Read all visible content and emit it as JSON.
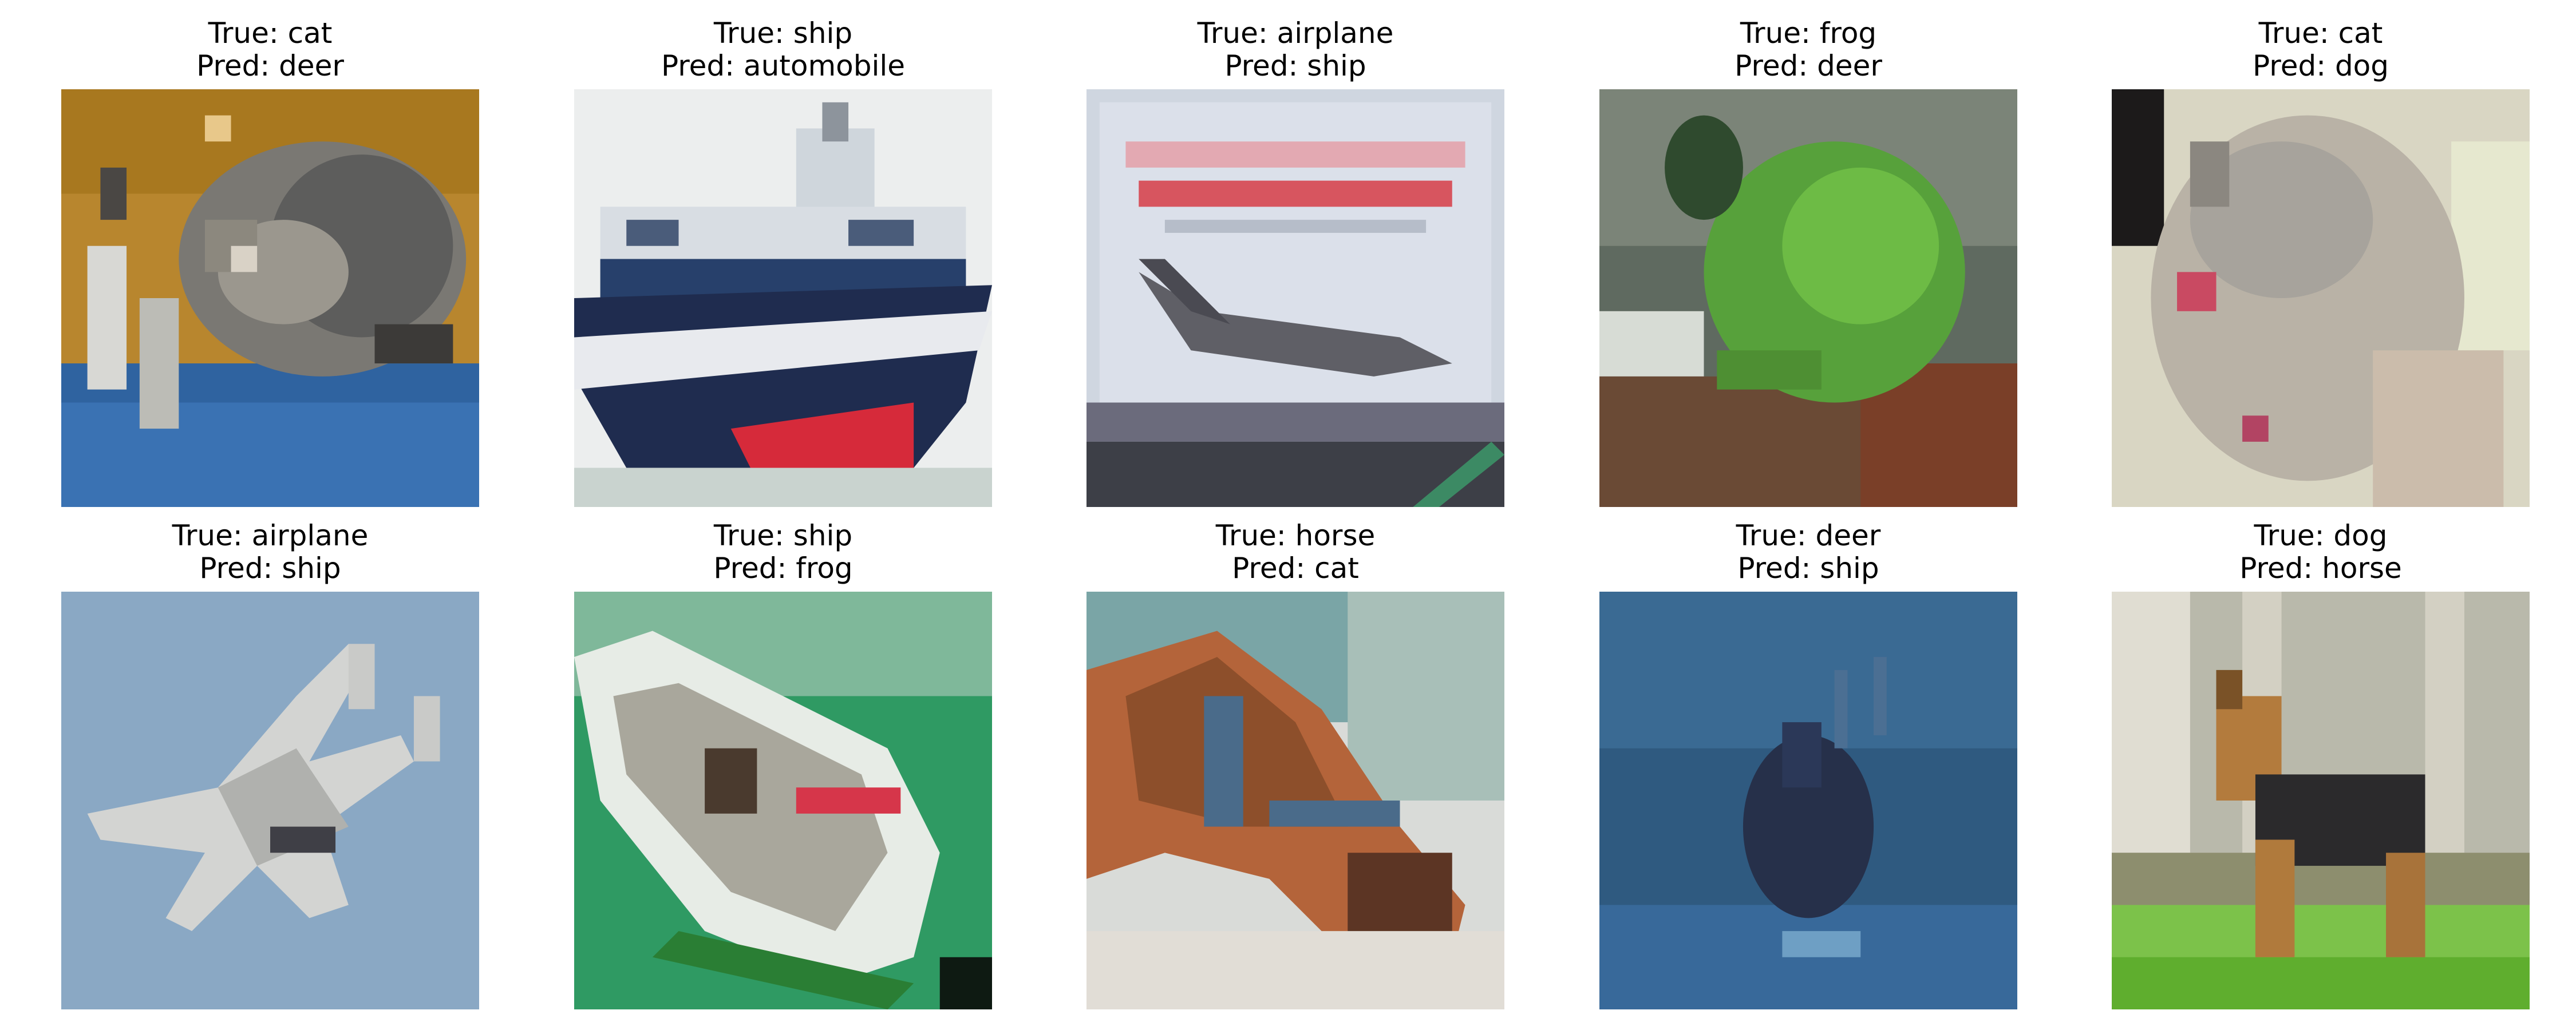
{
  "panels": [
    {
      "true_label": "True: cat",
      "pred_label": "Pred: deer"
    },
    {
      "true_label": "True: ship",
      "pred_label": "Pred: automobile"
    },
    {
      "true_label": "True: airplane",
      "pred_label": "Pred: ship"
    },
    {
      "true_label": "True: frog",
      "pred_label": "Pred: deer"
    },
    {
      "true_label": "True: cat",
      "pred_label": "Pred: dog"
    },
    {
      "true_label": "True: airplane",
      "pred_label": "Pred: ship"
    },
    {
      "true_label": "True: ship",
      "pred_label": "Pred: frog"
    },
    {
      "true_label": "True: horse",
      "pred_label": "Pred: cat"
    },
    {
      "true_label": "True: deer",
      "pred_label": "Pred: ship"
    },
    {
      "true_label": "True: dog",
      "pred_label": "Pred: horse"
    }
  ]
}
